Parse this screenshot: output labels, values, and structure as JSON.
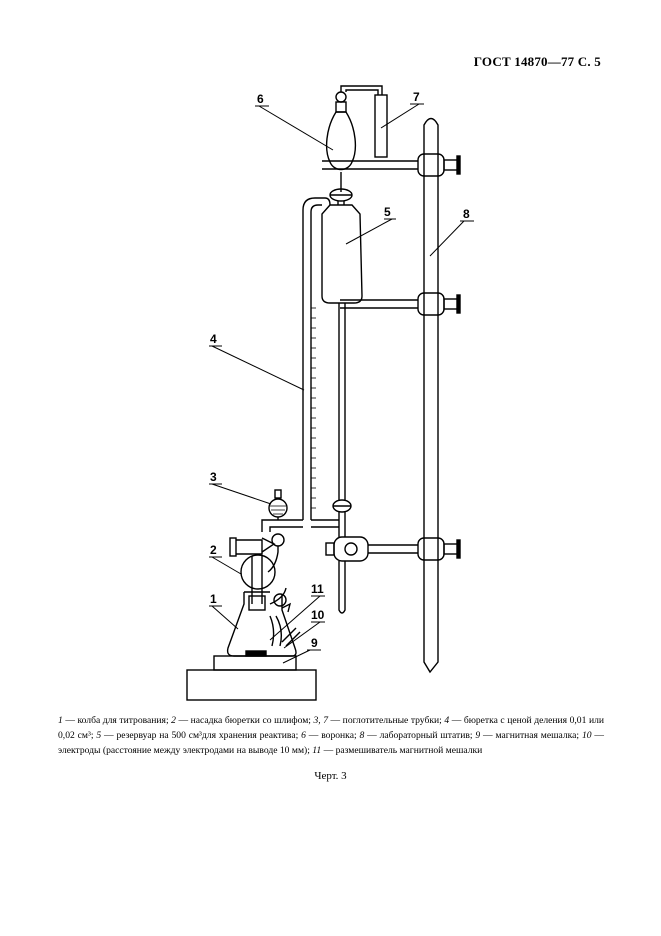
{
  "header": {
    "text": "ГОСТ 14870—77 С. 5"
  },
  "labels": [
    "1",
    "2",
    "3",
    "4",
    "5",
    "6",
    "7",
    "8",
    "9",
    "10",
    "11"
  ],
  "caption": [
    {
      "n": "1",
      "t": " — колба для титрования; "
    },
    {
      "n": "2",
      "t": " — насадка бюретки со шлифом; "
    },
    {
      "n": "3, 7",
      "t": " — поглотительные трубки; "
    },
    {
      "n": "4",
      "t": " — бюретка с ценой деления 0,01 или 0,02 см³; "
    },
    {
      "n": "5",
      "t": " — резервуар на 500 см³для хранения реактива; "
    },
    {
      "n": "6",
      "t": " — воронка; "
    },
    {
      "n": "8",
      "t": " — лабораторный штатив; "
    },
    {
      "n": "9",
      "t": " — магнитная мешалка; "
    },
    {
      "n": "10",
      "t": " — электроды (расстояние между электродами на выводе 10 мм); "
    },
    {
      "n": "11",
      "t": " — размешиватель магнитной мешалки"
    }
  ],
  "figure_title": "Черт. 3"
}
